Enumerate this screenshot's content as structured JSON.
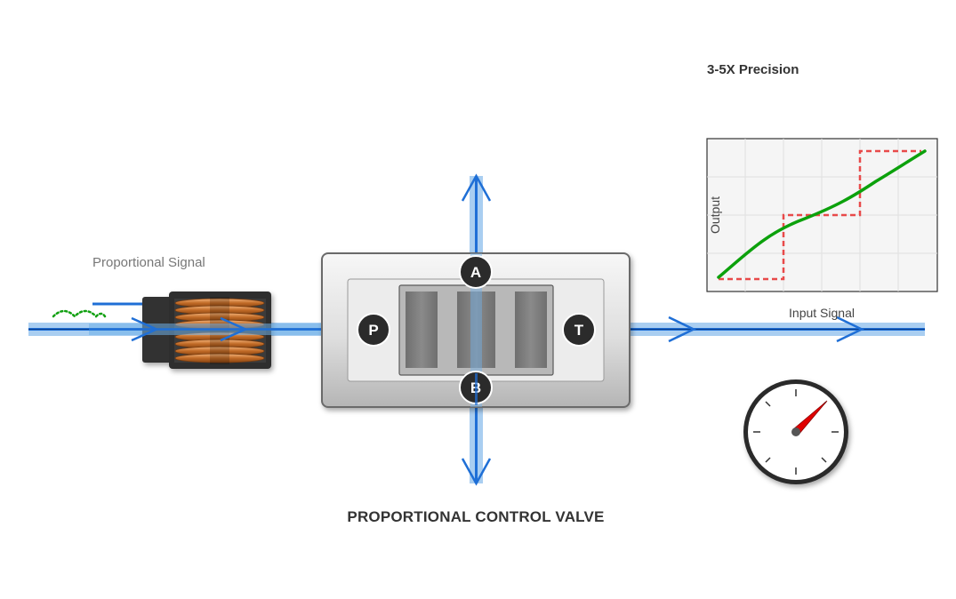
{
  "diagram": {
    "title": "PROPORTIONAL CONTROL VALVE",
    "signal_label": "Proportional Signal",
    "ports": {
      "pressure": "P",
      "tank": "T",
      "port_a": "A",
      "port_b": "B"
    },
    "precision_chart": {
      "title": "3-5X Precision",
      "xlabel": "Input Signal",
      "ylabel": "Output"
    }
  },
  "colors": {
    "flow": "#1f6fd6",
    "flow_glow": "#9ac6ee",
    "proportional_curve": "#0ca10c",
    "stepped_curve": "#e84a4a",
    "gauge_needle": "#e00000",
    "signal_dots": "#11a011"
  }
}
